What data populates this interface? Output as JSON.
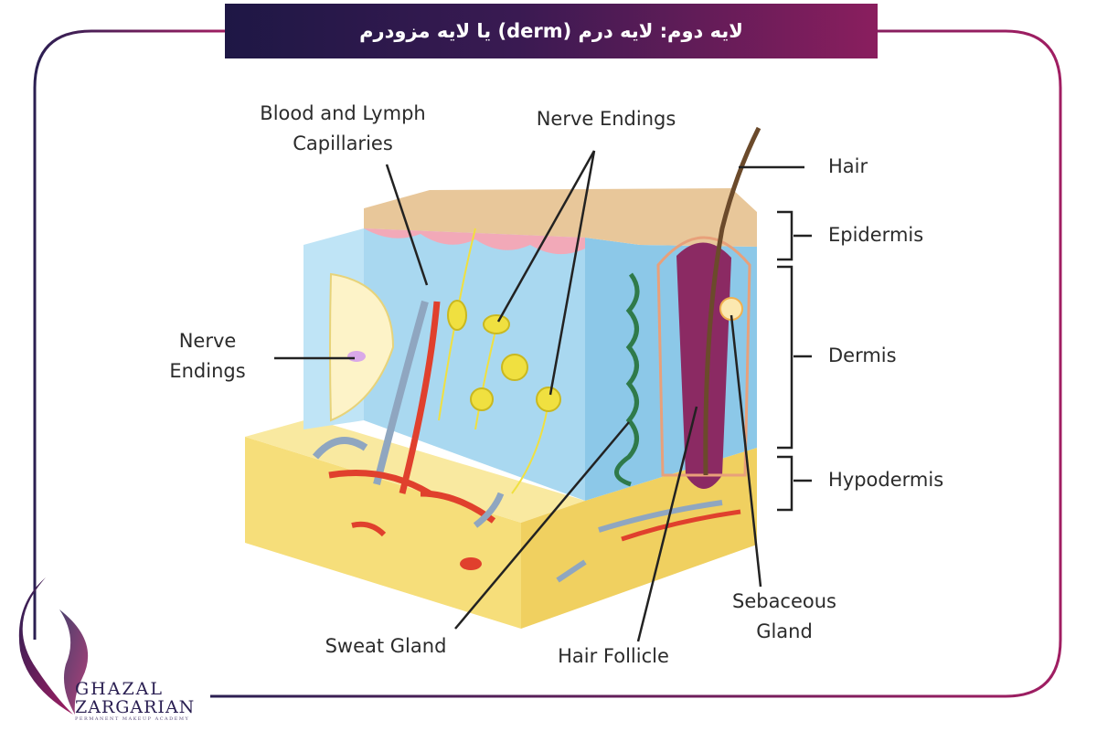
{
  "header": {
    "title": "لایه دوم: لایه درم (derm) یا لایه مزودرم"
  },
  "labels": {
    "blood_lymph_line1": "Blood and Lymph",
    "blood_lymph_line2": "Capillaries",
    "nerve_endings_top": "Nerve Endings",
    "nerve_endings_left_line1": "Nerve",
    "nerve_endings_left_line2": "Endings",
    "hair": "Hair",
    "epidermis": "Epidermis",
    "dermis": "Dermis",
    "hypodermis": "Hypodermis",
    "sebaceous_line1": "Sebaceous",
    "sebaceous_line2": "Gland",
    "hair_follicle": "Hair Follicle",
    "sweat_gland": "Sweat Gland"
  },
  "brand": {
    "line1": "GHAZAL",
    "line2": "ZARGARIAN",
    "line3": "PERMANENT MAKEUP ACADEMY"
  },
  "colors": {
    "banner_start": "#1e1745",
    "banner_end": "#8a1e5e",
    "frame_left": "#2a1f52",
    "frame_right": "#a01e62",
    "epidermis": "#e8c79a",
    "dermis": "#a9d8f0",
    "hypodermis": "#f6de7a",
    "artery": "#e0402d",
    "vein": "#8fa6c0",
    "nerve": "#f0e040",
    "hair": "#6b4a2b",
    "follicle": "#8b2a63"
  }
}
